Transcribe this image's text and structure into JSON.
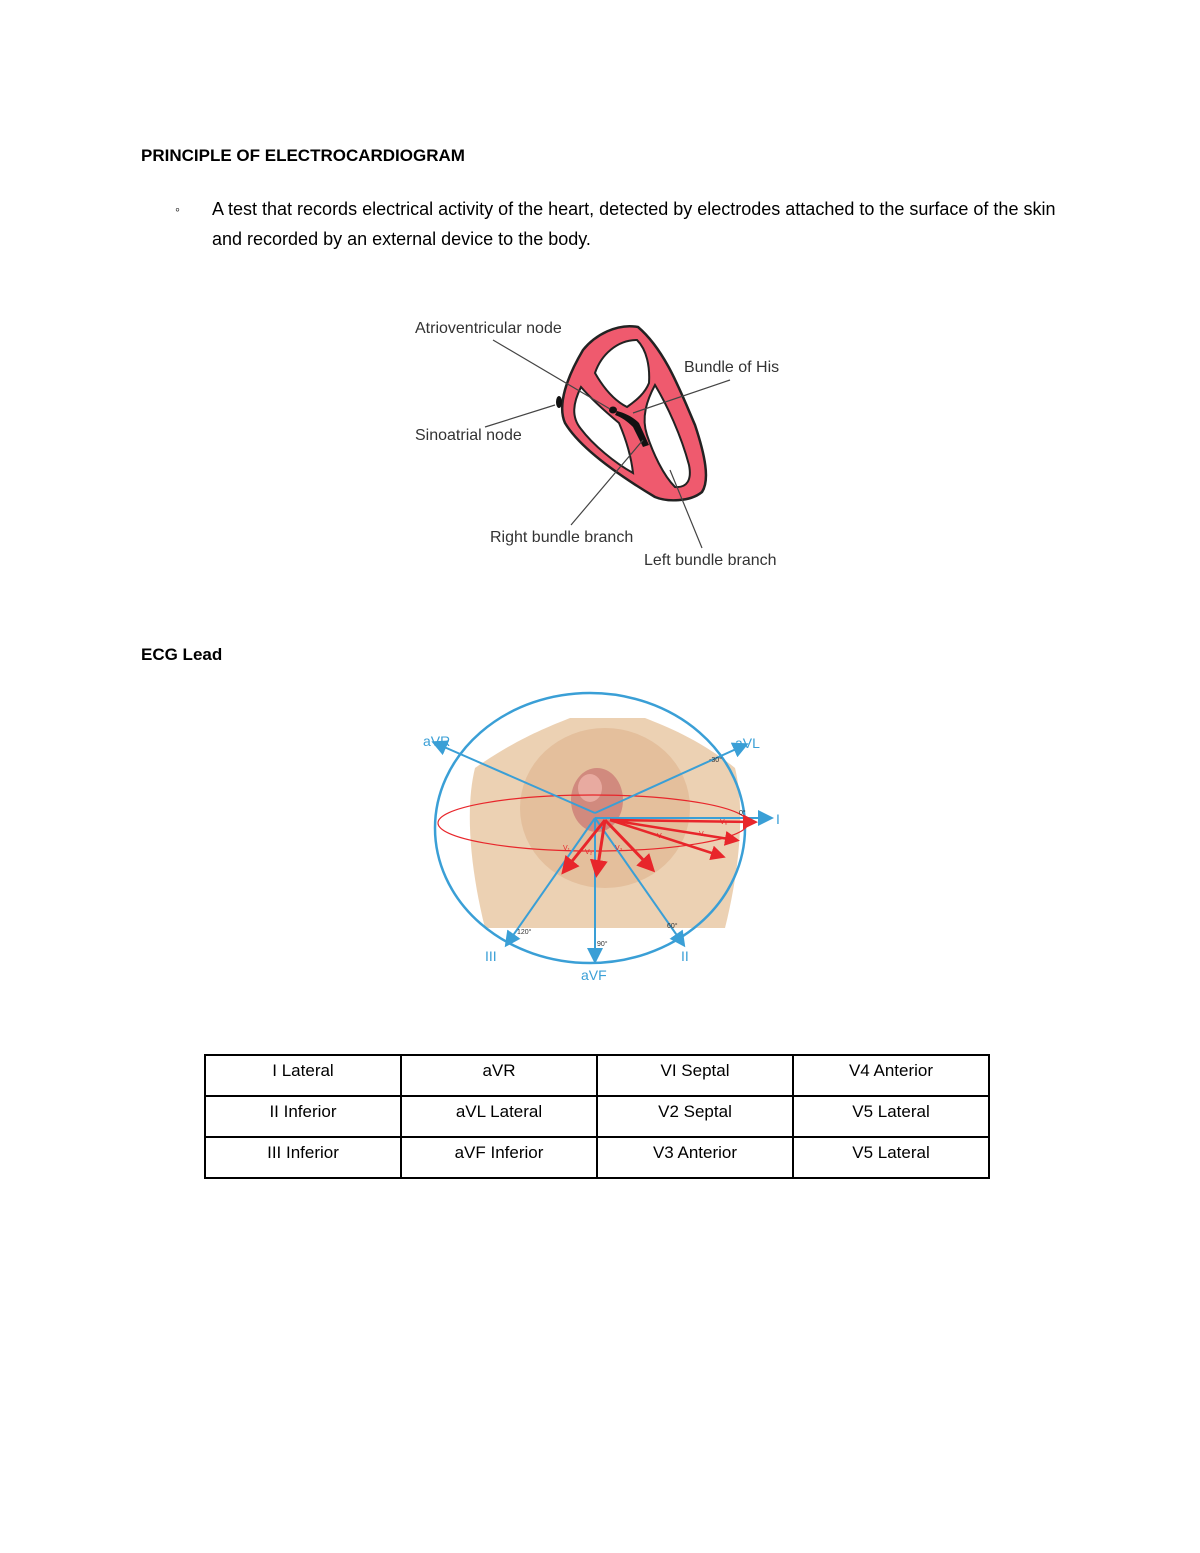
{
  "document": {
    "section1_title": "PRINCIPLE OF ELECTROCARDIOGRAM",
    "bullet_marker": "◦",
    "bullet_text": "A test that records electrical activity of the heart, detected by electrodes attached to the surface of the skin and recorded by an external device to the body.",
    "section2_title": "ECG Lead"
  },
  "heart_diagram": {
    "labels": {
      "av_node": "Atrioventricular node",
      "bundle_his": "Bundle of His",
      "sa_node": "Sinoatrial node",
      "right_branch": "Right bundle branch",
      "left_branch": "Left bundle branch"
    },
    "colors": {
      "muscle": "#ef5a6e",
      "outline": "#222222"
    }
  },
  "ecg_diagram": {
    "labels": {
      "avr": "aVR",
      "avl": "aVL",
      "lead_i": "I",
      "lead_iii": "III",
      "lead_ii": "II",
      "avf": "aVF",
      "deg_minus30": "-30°",
      "deg_0": "0°",
      "deg_120": "120°",
      "deg_90": "90°",
      "deg_60": "60°",
      "v1": "V₁",
      "v2": "V₂",
      "v3": "V₃",
      "v4": "V₄",
      "v5": "V₅",
      "v6": "V₆"
    },
    "colors": {
      "frontal": "#3a9fd6",
      "precordial": "#e8262b",
      "skin": "#e9c9a6"
    }
  },
  "lead_table": {
    "rows": [
      [
        "I Lateral",
        "aVR",
        "VI Septal",
        "V4 Anterior"
      ],
      [
        "II Inferior",
        "aVL Lateral",
        "V2 Septal",
        "V5 Lateral"
      ],
      [
        "III Inferior",
        "aVF Inferior",
        "V3 Anterior",
        "V5 Lateral"
      ]
    ]
  }
}
